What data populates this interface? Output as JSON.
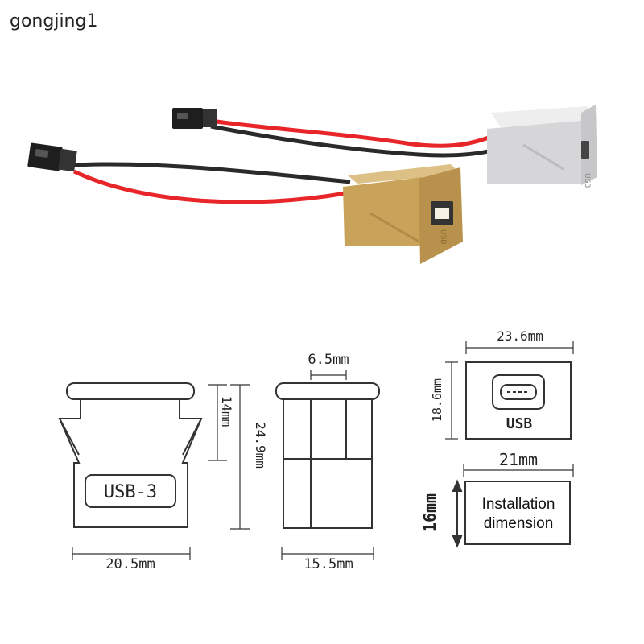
{
  "watermark": "gongjing1",
  "product_photo": {
    "items": [
      "gold-usb-socket",
      "silver-usb-socket"
    ],
    "socket_label": "USB"
  },
  "front_view": {
    "label": "USB-3",
    "width": "20.5mm",
    "clip_height": "14mm",
    "total_height": "24.9mm"
  },
  "side_view": {
    "slot_width": "6.5mm",
    "width": "15.5mm"
  },
  "face_view": {
    "width": "23.6mm",
    "height": "18.6mm",
    "label": "USB"
  },
  "installation": {
    "width": "21mm",
    "height": "16mm",
    "text_line1": "Installation",
    "text_line2": "dimension"
  },
  "colors": {
    "wire_red": "#e8262a",
    "wire_black": "#2a2a2a",
    "gold": "#c9a35a",
    "silver": "#d9d9db",
    "outline": "#333333"
  }
}
